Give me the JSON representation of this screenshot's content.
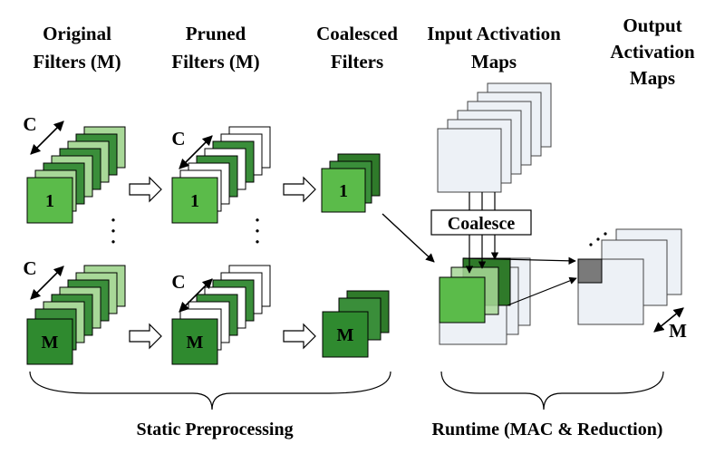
{
  "headers": {
    "original": [
      "Original",
      "Filters (M)"
    ],
    "pruned": [
      "Pruned",
      "Filters (M)"
    ],
    "coalesced": [
      "Coalesced",
      "Filters"
    ],
    "input": [
      "Input Activation",
      "Maps"
    ],
    "output": [
      "Output",
      "Activation",
      "Maps"
    ]
  },
  "channel_label": "C",
  "first_filter_label": "1",
  "last_filter_label": "M",
  "ellipsis": "·",
  "coalesce_label": "Coalesce",
  "output_dim_label": "M",
  "captions": {
    "static": "Static Preprocessing",
    "runtime": "Runtime (MAC & Reduction)"
  },
  "colors": {
    "front_filter_light": "#5BBB4A",
    "front_filter_dark": "#2F8A2F",
    "layer_dark": "#3A8E3A",
    "layer_light": "#A8D898",
    "coalesced_back": "#2F7A2A",
    "activation_map": "#EDF1F6",
    "activation_border": "#444444",
    "output_pixel": "#7A7A7A"
  }
}
